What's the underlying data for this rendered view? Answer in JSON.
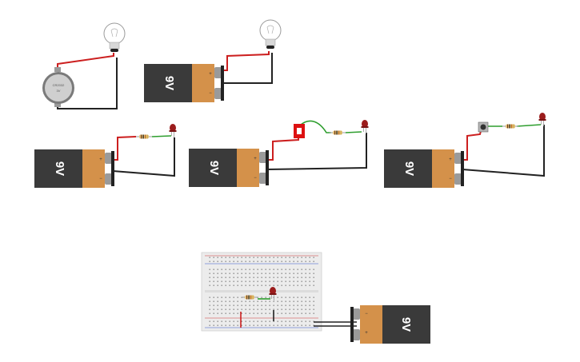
{
  "battery": {
    "label": "9V",
    "plus": "+",
    "minus": "−"
  },
  "coin_cell": {
    "line1": "CR2032",
    "line2": "3V"
  },
  "colors": {
    "battery_body": "#3a3a3a",
    "battery_cap": "#d4914a",
    "wire_red": "#cc1f1f",
    "wire_black": "#222222",
    "wire_green": "#2e9e2e",
    "led_red": "#9b1c1c",
    "resistor_body": "#e7c27b",
    "slide_switch": "#dd1111",
    "breadboard": "#ececec"
  },
  "circuits": [
    {
      "name": "coin-cell-bulb"
    },
    {
      "name": "9v-bulb"
    },
    {
      "name": "9v-resistor-led"
    },
    {
      "name": "9v-slide-switch-led"
    },
    {
      "name": "9v-pushbutton-led"
    },
    {
      "name": "breadboard-9v-led"
    }
  ]
}
